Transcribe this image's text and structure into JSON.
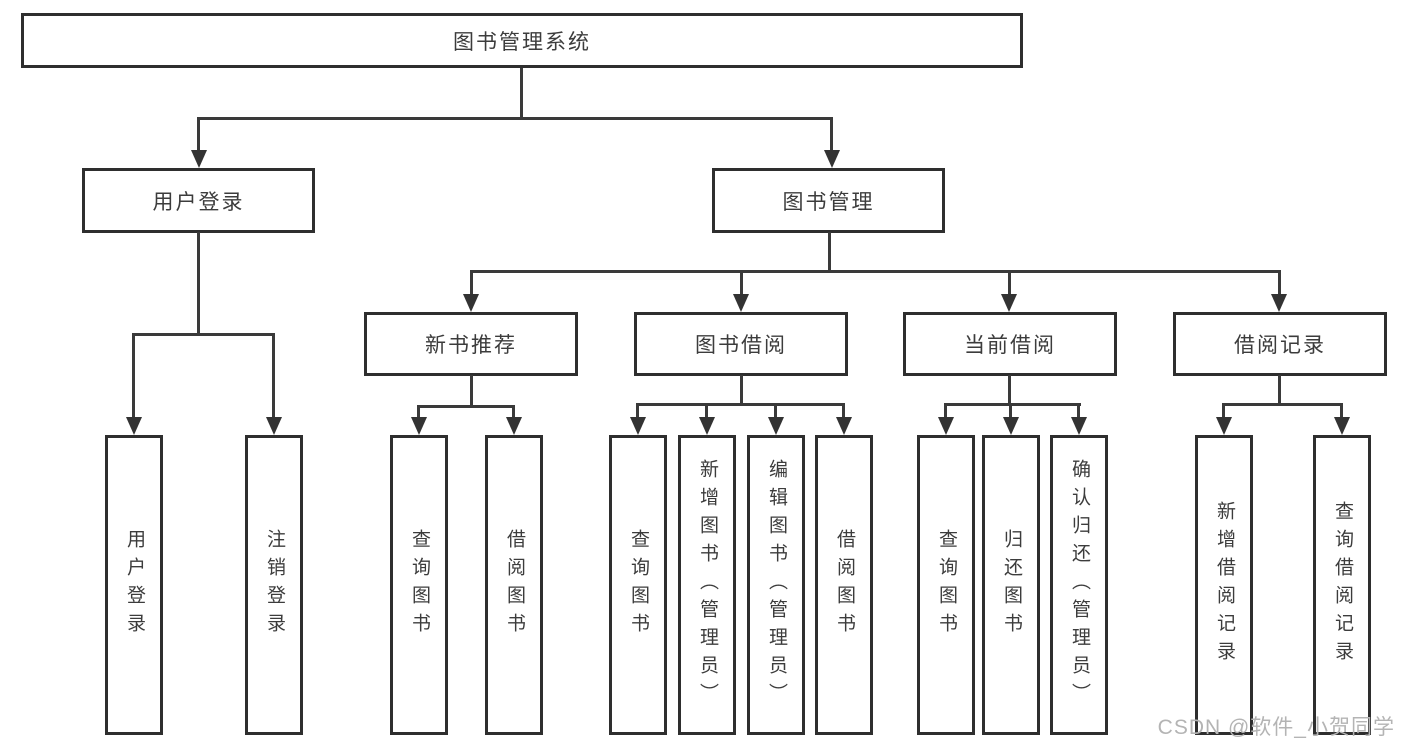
{
  "tree": {
    "label": "图书管理系统",
    "children": [
      {
        "label": "用户登录",
        "children": [
          {
            "label": "用户登录"
          },
          {
            "label": "注销登录"
          }
        ]
      },
      {
        "label": "图书管理",
        "children": [
          {
            "label": "新书推荐",
            "children": [
              {
                "label": "查询图书"
              },
              {
                "label": "借阅图书"
              }
            ]
          },
          {
            "label": "图书借阅",
            "children": [
              {
                "label": "查询图书"
              },
              {
                "label": "新增图书（管理员）"
              },
              {
                "label": "编辑图书（管理员）"
              },
              {
                "label": "借阅图书"
              }
            ]
          },
          {
            "label": "当前借阅",
            "children": [
              {
                "label": "查询图书"
              },
              {
                "label": "归还图书"
              },
              {
                "label": "确认归还（管理员）"
              }
            ]
          },
          {
            "label": "借阅记录",
            "children": [
              {
                "label": "新增借阅记录"
              },
              {
                "label": "查询借阅记录"
              }
            ]
          }
        ]
      }
    ]
  },
  "watermark": {
    "text": "CSDN @软件_小贺同学"
  },
  "colors": {
    "line": "#3a3a3a",
    "box_border": "#2e2e2e",
    "text": "#3c3c3c",
    "watermark": "#b4b4b4",
    "background": "#ffffff"
  }
}
